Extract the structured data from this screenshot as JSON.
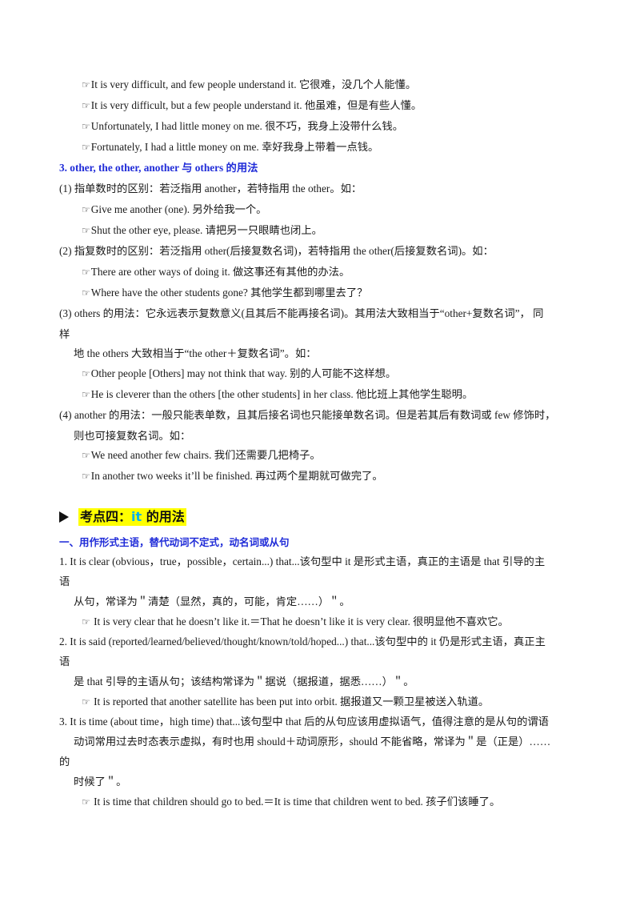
{
  "hand_glyph": "☞",
  "examples_top": [
    "It is very difficult, and few people understand it.  它很难，没几个人能懂。",
    "It is very difficult, but a few people understand it.  他虽难，但是有些人懂。",
    "Unfortunately, I had little money on me.  很不巧，我身上没带什么钱。",
    "Fortunately, I had a little money on me.    幸好我身上带着一点钱。"
  ],
  "subheading_3": "3. other, the other, another 与 others 的用法",
  "item1": "(1)  指单数时的区别：若泛指用 another，若特指用   the other。如：",
  "item1_examples": [
    "Give me another (one).  另外给我一个。",
    "Shut the other eye, please.  请把另一只眼睛也闭上。"
  ],
  "item2": "(2)  指复数时的区别：若泛指用   other(后接复数名词)，若特指用 the other(后接复数名词)。如：",
  "item2_examples": [
    "There are other ways of doing it.  做这事还有其他的办法。",
    "Where have the other students gone?  其他学生都到哪里去了？"
  ],
  "item3_line1": "(3) others 的用法：它永远表示复数意义(且其后不能再接名词)。其用法大致相当于“other+复数名词”，  同",
  "item3_line2": "样",
  "item3_line3": "地   the others  大致相当于“the other＋复数名词”。如：",
  "item3_examples": [
    "Other people [Others] may not think that way.  别的人可能不这样想。",
    "He is cleverer than the others [the other students] in her class.  他比班上其他学生聪明。"
  ],
  "item4_line1": "(4) another 的用法：一般只能表单数，且其后接名词也只能接单数名词。但是若其后有数词或   few   修饰时，",
  "item4_line2": "则也可接复数名词。如：",
  "item4_examples": [
    "We need another few chairs.  我们还需要几把椅子。",
    "In another two weeks it’ll be finished.  再过两个星期就可做完了。"
  ],
  "section": {
    "prefix": "考点四：",
    "keyword": "it",
    "suffix": " 的用法"
  },
  "subheading_1": "一、用作形式主语，替代动词不定式，动名词或从句",
  "p1_line1": "1. It is clear (obvious，true，possible，certain...) that...该句型中 it 是形式主语，真正的主语是 that 引导的主",
  "p1_line2": "语",
  "p1_line3": "从句，常译为＂清楚（显然，真的，可能，肯定……）＂。",
  "p1_example": " It is very clear that he doesn’t like it.＝That he doesn’t like it is very clear.  很明显他不喜欢它。",
  "p2_line1": "2. It is said (reported/learned/believed/thought/known/told/hoped...) that...该句型中的 it 仍是形式主语，真正主",
  "p2_line2": "语",
  "p2_line3": "是 that 引导的主语从句；该结构常译为＂据说（据报道，据悉……）＂。",
  "p2_example": " It is reported that another satellite has been put into orbit.  据报道又一颗卫星被送入轨道。",
  "p3_line1": "3. It is time (about time，high time) that...该句型中 that 后的从句应该用虚拟语气，值得注意的是从句的谓语",
  "p3_line2": "动词常用过去时态表示虚拟，有时也用 should＋动词原形，should 不能省略，常译为＂是（正是）……",
  "p3_line3": "的",
  "p3_line4": "时候了＂。",
  "p3_example": " It is time that children should go to bed.＝It is time that children went to bed.  孩子们该睡了。"
}
